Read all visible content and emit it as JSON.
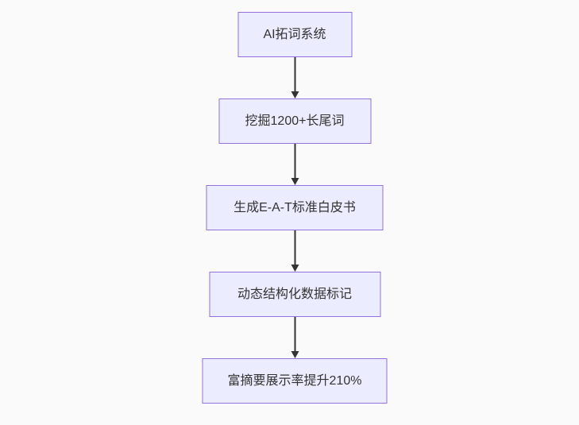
{
  "diagram": {
    "type": "flowchart",
    "direction": "top-down",
    "nodes": [
      {
        "id": "step-1",
        "label": "AI拓词系统"
      },
      {
        "id": "step-2",
        "label": "挖掘1200+长尾词"
      },
      {
        "id": "step-3",
        "label": "生成E-A-T标准白皮书"
      },
      {
        "id": "step-4",
        "label": "动态结构化数据标记"
      },
      {
        "id": "step-5",
        "label": "富摘要展示率提升210%"
      }
    ],
    "edges": [
      {
        "from": "step-1",
        "to": "step-2",
        "style": "arrow-down"
      },
      {
        "from": "step-2",
        "to": "step-3",
        "style": "arrow-down"
      },
      {
        "from": "step-3",
        "to": "step-4",
        "style": "arrow-down"
      },
      {
        "from": "step-4",
        "to": "step-5",
        "style": "arrow-down"
      }
    ],
    "colors": {
      "background": "#fafafa",
      "node_fill": "#ECECFF",
      "node_border": "#9370DB",
      "arrow": "#333333",
      "text": "#333333"
    }
  }
}
